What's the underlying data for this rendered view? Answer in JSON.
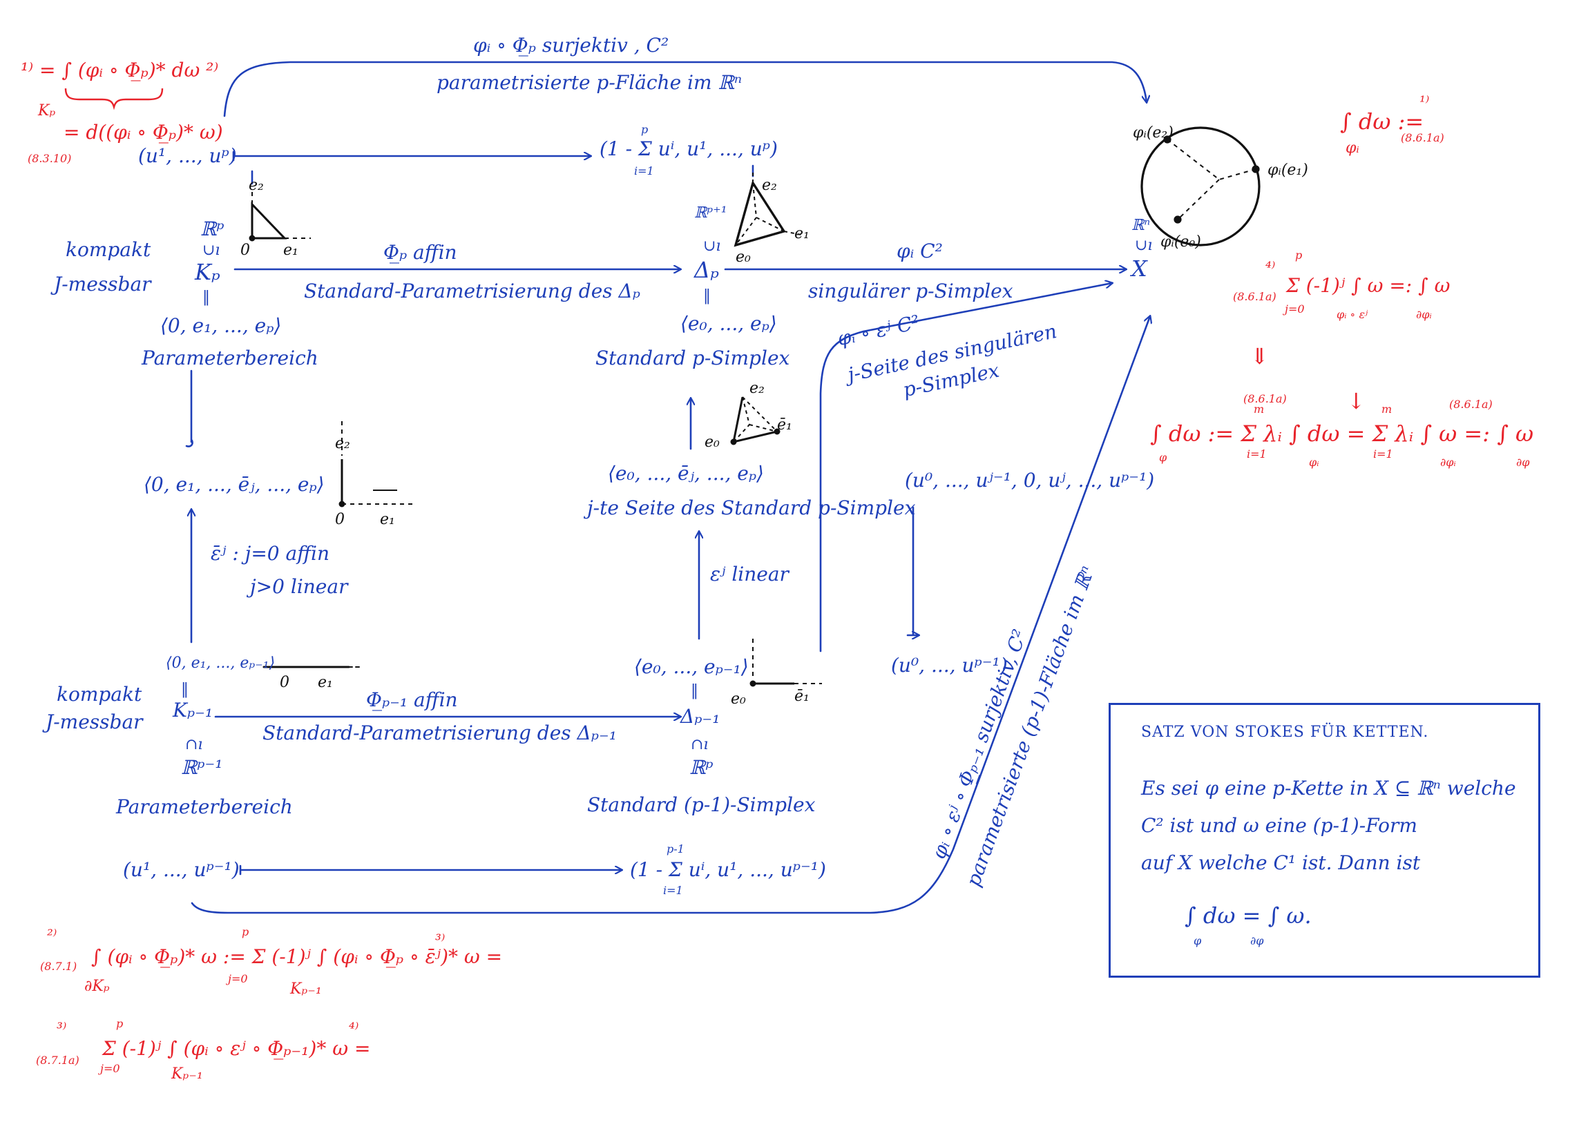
{
  "colors": {
    "ink": "#1e3fb8",
    "red": "#e8232b",
    "black": "#111111"
  },
  "top_arrow": {
    "line1": "φᵢ ∘ Φ̲ₚ surjektiv , C²",
    "line2": "parametrisierte p-Fläche im ℝⁿ"
  },
  "red_top_left": {
    "eq1": "¹⁾ = ∫ (φᵢ ∘ Φ̲ₚ)* dω ²⁾",
    "sub_kp": "Kₚ",
    "eq2": "= d((φᵢ ∘ Φ̲ₚ)* ω)",
    "ref": "(8.3.10)"
  },
  "row_u_top": {
    "left": "(u¹, ..., uᵖ)",
    "right": "(1 - Σ uⁱ, u¹, ..., uᵖ)",
    "sum_top": "p",
    "sum_bottom": "i=1"
  },
  "left_col": {
    "kompakt": "kompakt",
    "jmessbar": "J-messbar",
    "rp": "ℝᵖ",
    "kp": "Kₚ",
    "sub": "∪ı",
    "eq": "‖",
    "tuple": "⟨0, e₁, ..., eₚ⟩",
    "param": "Parameterbereich"
  },
  "tri_left": {
    "e2": "e₂",
    "o": "0",
    "e1": "e₁"
  },
  "arrow_phi": {
    "top": "Φ̲ₚ affin",
    "bottom": "Standard-Parametrisierung des Δₚ"
  },
  "mid_col": {
    "rp1": "ℝᵖ⁺¹",
    "delta": "Δₚ",
    "tuple": "⟨e₀, ..., eₚ⟩",
    "label": "Standard p-Simplex",
    "e2": "e₂",
    "e1": "e₁",
    "e0": "e₀"
  },
  "arrow_psi": {
    "top": "φᵢ C²",
    "bottom": "singulärer p-Simplex"
  },
  "right_side": {
    "rn": "ℝⁿ",
    "x": "X",
    "sub": "∪ı"
  },
  "circle": {
    "e2": "φᵢ(e₂)",
    "e1": "φᵢ(e₁)",
    "e0": "φᵢ(e₀)"
  },
  "red_top_right": {
    "int": "∫ dω :=",
    "under": "φᵢ",
    "sup": "¹⁾",
    "ref": "(8.6.1a)"
  },
  "red_right_sum": {
    "sup": "⁴⁾",
    "ref": "(8.6.1a)",
    "expr": "Σ (-1)ʲ ∫ ω =: ∫ ω",
    "top": "p",
    "bottom": "j=0",
    "sub1": "φᵢ ∘ εʲ",
    "sub2": "∂φᵢ"
  },
  "red_arrows": {
    "double": "⇓",
    "down": "↓"
  },
  "red_big": {
    "expr": "∫ dω := Σ λᵢ ∫ dω = Σ λᵢ ∫ ω =: ∫ ω",
    "sub_phi": "φ",
    "sub_phii": "φᵢ",
    "sub_dphii": "∂φᵢ",
    "sub_dphi": "∂φ",
    "m1": "m",
    "i1": "i=1",
    "m2": "m",
    "i2": "i=1",
    "ref1": "(8.6.1a)",
    "ref2": "(8.6.1a)"
  },
  "side_arrow": {
    "line1": "φᵢ ∘ εʲ  C²",
    "line2": "j-Seite des singulären",
    "line3": "p-Simplex"
  },
  "face_mid": {
    "tuple": "⟨e₀, ..., ēⱼ, ..., eₚ⟩",
    "label": "j-te Seite des Standard p-Simplex",
    "e2": "e₂",
    "e1": "ē₁",
    "e0": "e₀"
  },
  "face_left": {
    "tuple": "⟨0, e₁, ..., ēⱼ, ..., eₚ⟩",
    "e2": "e₂",
    "o": "0",
    "e1": "e₁"
  },
  "eps_left": {
    "line1": "ε̄ʲ : j=0 affin",
    "line2": "j>0 linear"
  },
  "eps_mid": {
    "label": "εʲ linear"
  },
  "right_tuples": {
    "top": "(u⁰, ..., uʲ⁻¹, 0, uʲ, ..., uᵖ⁻¹)",
    "bottom": "(u⁰, ..., uᵖ⁻¹)"
  },
  "low_left": {
    "tuple": "⟨0, e₁, ..., eₚ₋₁⟩",
    "o": "0",
    "e1": "e₁",
    "kompakt": "kompakt",
    "jmessbar": "J-messbar",
    "kp": "Kₚ₋₁",
    "rp": "ℝᵖ⁻¹",
    "eq": "‖",
    "sub": "∩ı",
    "param": "Parameterbereich"
  },
  "arrow_phi_low": {
    "top": "Φ̲ₚ₋₁ affin",
    "bottom": "Standard-Parametrisierung des Δₚ₋₁"
  },
  "low_mid": {
    "tuple": "⟨e₀, ..., eₚ₋₁⟩",
    "delta": "Δₚ₋₁",
    "rp": "ℝᵖ",
    "eq": "‖",
    "sub": "∩ı",
    "label": "Standard (p-1)-Simplex",
    "e0": "e₀",
    "e1": "ē₁"
  },
  "diag_arrow": {
    "line1": "φᵢ ∘ εʲ ∘ Φ̲ₚ₋₁ surjektiv, C²",
    "line2": "parametrisierte (p-1)-Fläche im ℝⁿ"
  },
  "row_u_low": {
    "left": "(u¹, ..., uᵖ⁻¹)",
    "right": "(1 - Σ uⁱ, u¹, ..., uᵖ⁻¹)",
    "sum_top": "p-1",
    "sum_bottom": "i=1"
  },
  "red_bottom": {
    "l1_sup": "²⁾",
    "l1_ref": "(8.7.1)",
    "l1_expr": "∫ (φᵢ ∘ Φ̲ₚ)* ω := Σ (-1)ʲ ∫ (φᵢ ∘ Φ̲ₚ ∘ ε̄ʲ)* ω =",
    "l1_sub1": "∂Kₚ",
    "l1_top": "p",
    "l1_bot": "j=0",
    "l1_sub2": "Kₚ₋₁",
    "l1_end": "³⁾",
    "l2_sup": "³⁾",
    "l2_ref": "(8.7.1a)",
    "l2_expr": "Σ (-1)ʲ ∫ (φᵢ ∘ εʲ ∘ Φ̲ₚ₋₁)* ω =",
    "l2_top": "p",
    "l2_bot": "j=0",
    "l2_sub": "Kₚ₋₁",
    "l2_end": "⁴⁾"
  },
  "theorem": {
    "title": "SATZ VON STOKES FÜR KETTEN.",
    "line1": "Es sei φ eine p-Kette in X ⊆ ℝⁿ welche",
    "line2": "C² ist und ω eine (p-1)-Form",
    "line3": "auf X welche C¹ ist. Dann ist",
    "formula": "∫ dω = ∫ ω.",
    "sub1": "φ",
    "sub2": "∂φ"
  }
}
